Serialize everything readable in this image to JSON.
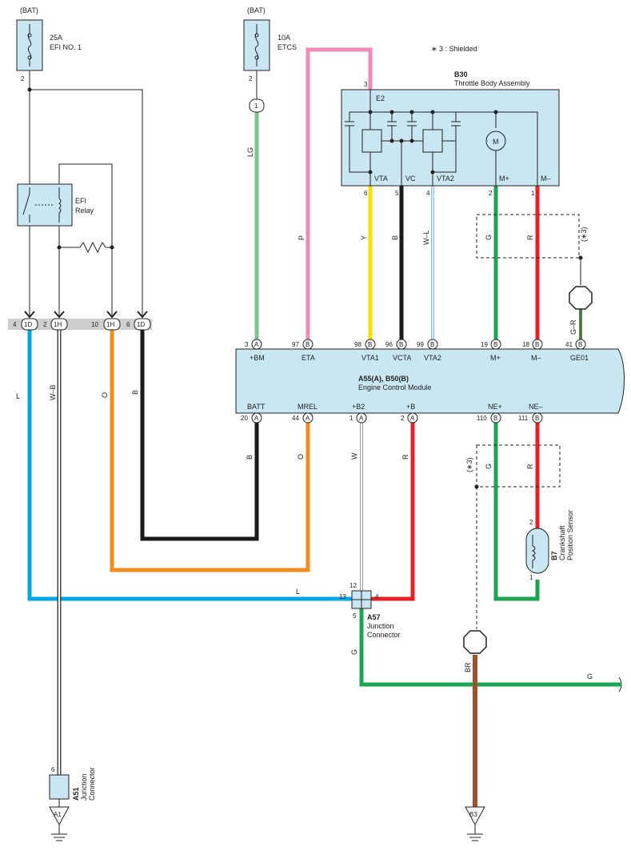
{
  "fuses": {
    "efi": {
      "source": "(BAT)",
      "rating": "25A",
      "name": "EFI NO. 1",
      "pin": "2"
    },
    "etcs": {
      "source": "(BAT)",
      "rating": "10A",
      "name": "ETCS",
      "pin": "2",
      "connector": "1"
    }
  },
  "note_shielded": "∗ 3 : Shielded",
  "relay": {
    "line1": "EFI",
    "line2": "Relay"
  },
  "junction_bar": [
    {
      "pin": "4",
      "conn": "1D"
    },
    {
      "pin": "2",
      "conn": "1H"
    },
    {
      "pin": "10",
      "conn": "1H"
    },
    {
      "pin": "6",
      "conn": "1D"
    }
  ],
  "throttle": {
    "code": "B30",
    "name": "Throttle Body Assembly",
    "pin_e2": "3",
    "e2": "E2",
    "terms": [
      {
        "label": "VTA",
        "pin": "6",
        "wire": "Y"
      },
      {
        "label": "VC",
        "pin": "5",
        "wire": "B"
      },
      {
        "label": "VTA2",
        "pin": "4",
        "wire": "W–L"
      },
      {
        "label": "M+",
        "pin": "2",
        "wire": "G"
      },
      {
        "label": "M–",
        "pin": "1",
        "wire": "R"
      }
    ],
    "motor": "M"
  },
  "ecm": {
    "code": "A55(A), B50(B)",
    "name": "Engine Control Module",
    "top": [
      {
        "pin": "3",
        "conn": "A",
        "label": "+BM",
        "wire": "LG"
      },
      {
        "pin": "97",
        "conn": "B",
        "label": "ETA",
        "wire": "P"
      },
      {
        "pin": "98",
        "conn": "B",
        "label": "VTA1"
      },
      {
        "pin": "96",
        "conn": "B",
        "label": "VCTA"
      },
      {
        "pin": "99",
        "conn": "B",
        "label": "VTA2"
      },
      {
        "pin": "19",
        "conn": "B",
        "label": "M+"
      },
      {
        "pin": "18",
        "conn": "B",
        "label": "M–"
      },
      {
        "pin": "41",
        "conn": "B",
        "label": "GE01",
        "wire": "G–R"
      }
    ],
    "bottom": [
      {
        "pin": "20",
        "conn": "A",
        "label": "BATT",
        "wire": "B"
      },
      {
        "pin": "44",
        "conn": "A",
        "label": "MREL",
        "wire": "O"
      },
      {
        "pin": "1",
        "conn": "A",
        "label": "+B2",
        "wire": "W"
      },
      {
        "pin": "2",
        "conn": "A",
        "label": "+B",
        "wire": "R"
      },
      {
        "pin": "110",
        "conn": "B",
        "label": "NE+",
        "wire": "G"
      },
      {
        "pin": "111",
        "conn": "B",
        "label": "NE–",
        "wire": "R"
      }
    ]
  },
  "shield_tag": "(∗3)",
  "left_wires": {
    "l": "L",
    "wb": "W–B",
    "o": "O",
    "b": "B"
  },
  "a57": {
    "code": "A57",
    "line1": "Junction",
    "line2": "Connector",
    "pins": {
      "top": "12",
      "left": "13",
      "right": "4",
      "bottom": "5"
    },
    "wire_l": "L",
    "wire_g": "G"
  },
  "crank": {
    "code": "B7",
    "line1": "Crankshaft",
    "line2": "Position Sensor",
    "pin_top": "2",
    "pin_bottom": "1"
  },
  "wire_br": "BR",
  "wire_g_right": "G",
  "a51": {
    "code": "A51",
    "line1": "Junction",
    "line2": "Connector",
    "pin": "6"
  },
  "grounds": {
    "a1": "A1",
    "b3": "B3"
  }
}
